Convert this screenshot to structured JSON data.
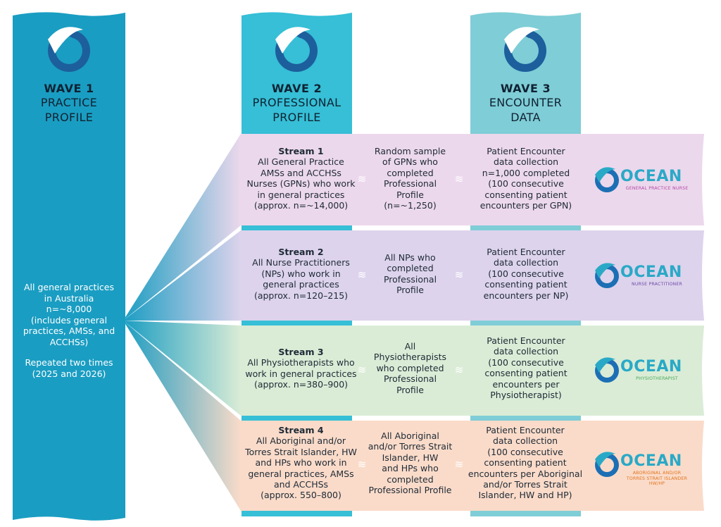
{
  "colors": {
    "wave1": "#1a9dc2",
    "wave2": "#36bfd6",
    "wave3": "#7fcdd6",
    "stream1": "#ecd8ec",
    "stream2": "#ddd3ec",
    "stream3": "#daecd6",
    "stream4": "#fadbc9",
    "ocean_blue": "#1c6fb4",
    "ocean_teal": "#2aa9c7"
  },
  "waves": [
    {
      "title": "WAVE 1",
      "line1": "PRACTICE",
      "line2": "PROFILE"
    },
    {
      "title": "WAVE 2",
      "line1": "PROFESSIONAL",
      "line2": "PROFILE"
    },
    {
      "title": "WAVE 3",
      "line1": "ENCOUNTER",
      "line2": "DATA"
    }
  ],
  "wave1_body": {
    "lines": [
      "All general practices",
      "in Australia",
      "n=~8,000",
      "(includes general",
      "practices, AMSs, and",
      "ACCHSs)"
    ],
    "repeat_lines": [
      "Repeated two times",
      "(2025 and 2026)"
    ]
  },
  "streams": [
    {
      "title": "Stream 1",
      "col1": [
        "All General Practice",
        "AMSs and ACCHSs",
        "Nurses (GPNs) who work",
        "in general practices",
        "(approx. n=~14,000)"
      ],
      "col2": [
        "Random sample",
        "of GPNs who",
        "completed",
        "Professional",
        "Profile",
        "(n=~1,250)"
      ],
      "col3": [
        "Patient Encounter",
        "data collection",
        "n=1,000 completed",
        "(100 consecutive",
        "consenting patient",
        "encounters per GPN)"
      ],
      "logo_word": "OCEAN",
      "logo_tag": [
        "GENERAL PRACTICE NURSE"
      ],
      "tag_color": "#b44aa8"
    },
    {
      "title": "Stream 2",
      "col1": [
        "All Nurse Practitioners",
        "(NPs) who work in",
        "general practices",
        "(approx. n=120–215)"
      ],
      "col2": [
        "All NPs who",
        "completed",
        "Professional",
        "Profile"
      ],
      "col3": [
        "Patient Encounter",
        "data collection",
        "(100 consecutive",
        "consenting patient",
        "encounters per NP)"
      ],
      "logo_word": "OCEAN",
      "logo_tag": [
        "NURSE PRACTITIONER"
      ],
      "tag_color": "#6e4aa8"
    },
    {
      "title": "Stream 3",
      "col1": [
        "All Physiotherapists who",
        "work in general practices",
        "(approx. n=380–900)"
      ],
      "col2": [
        "All",
        "Physiotherapists",
        "who completed",
        "Professional",
        "Profile"
      ],
      "col3": [
        "Patient Encounter",
        "data collection",
        "(100 consecutive",
        "consenting patient",
        "encounters per",
        "Physiotherapist)"
      ],
      "logo_word": "OCEAN",
      "logo_tag": [
        "PHYSIOTHERAPIST"
      ],
      "tag_color": "#4aa85a"
    },
    {
      "title": "Stream 4",
      "col1": [
        "All Aboriginal and/or",
        "Torres Strait Islander, HW",
        "and HPs who work in",
        "general practices, AMSs",
        "and ACCHSs",
        "(approx. 550–800)"
      ],
      "col2": [
        "All Aboriginal",
        "and/or Torres Strait",
        "Islander, HW",
        "and HPs who",
        "completed",
        "Professional Profile"
      ],
      "col3": [
        "Patient Encounter",
        "data collection",
        "(100 consecutive",
        "consenting patient",
        "encounters per Aboriginal",
        "and/or Torres Strait",
        "Islander, HW and HP)"
      ],
      "logo_word": "OCEAN",
      "logo_tag": [
        "ABORIGINAL AND/OR",
        "TORRES STRAIT ISLANDER",
        "HW/HP"
      ],
      "tag_color": "#e0741e"
    }
  ]
}
